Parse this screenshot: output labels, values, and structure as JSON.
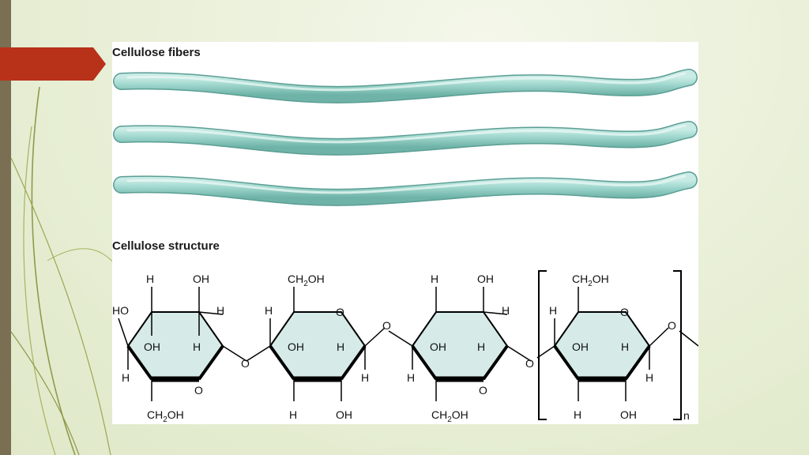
{
  "slide": {
    "accent_color": "#b8321a",
    "left_bar_color": "#7a6f52",
    "background_color": "#e8efd6"
  },
  "figure": {
    "fibers_heading": "Cellulose fibers",
    "structure_heading": "Cellulose structure",
    "fiber_color": "#8ecdc4",
    "ring_fill": "#d6ebe8",
    "labels": {
      "H": "H",
      "OH": "OH",
      "HO": "HO",
      "O": "O",
      "CH2OH_prefix": "CH",
      "CH2OH_sub": "2",
      "CH2OH_suffix": "OH",
      "repeat_n": "n"
    }
  }
}
